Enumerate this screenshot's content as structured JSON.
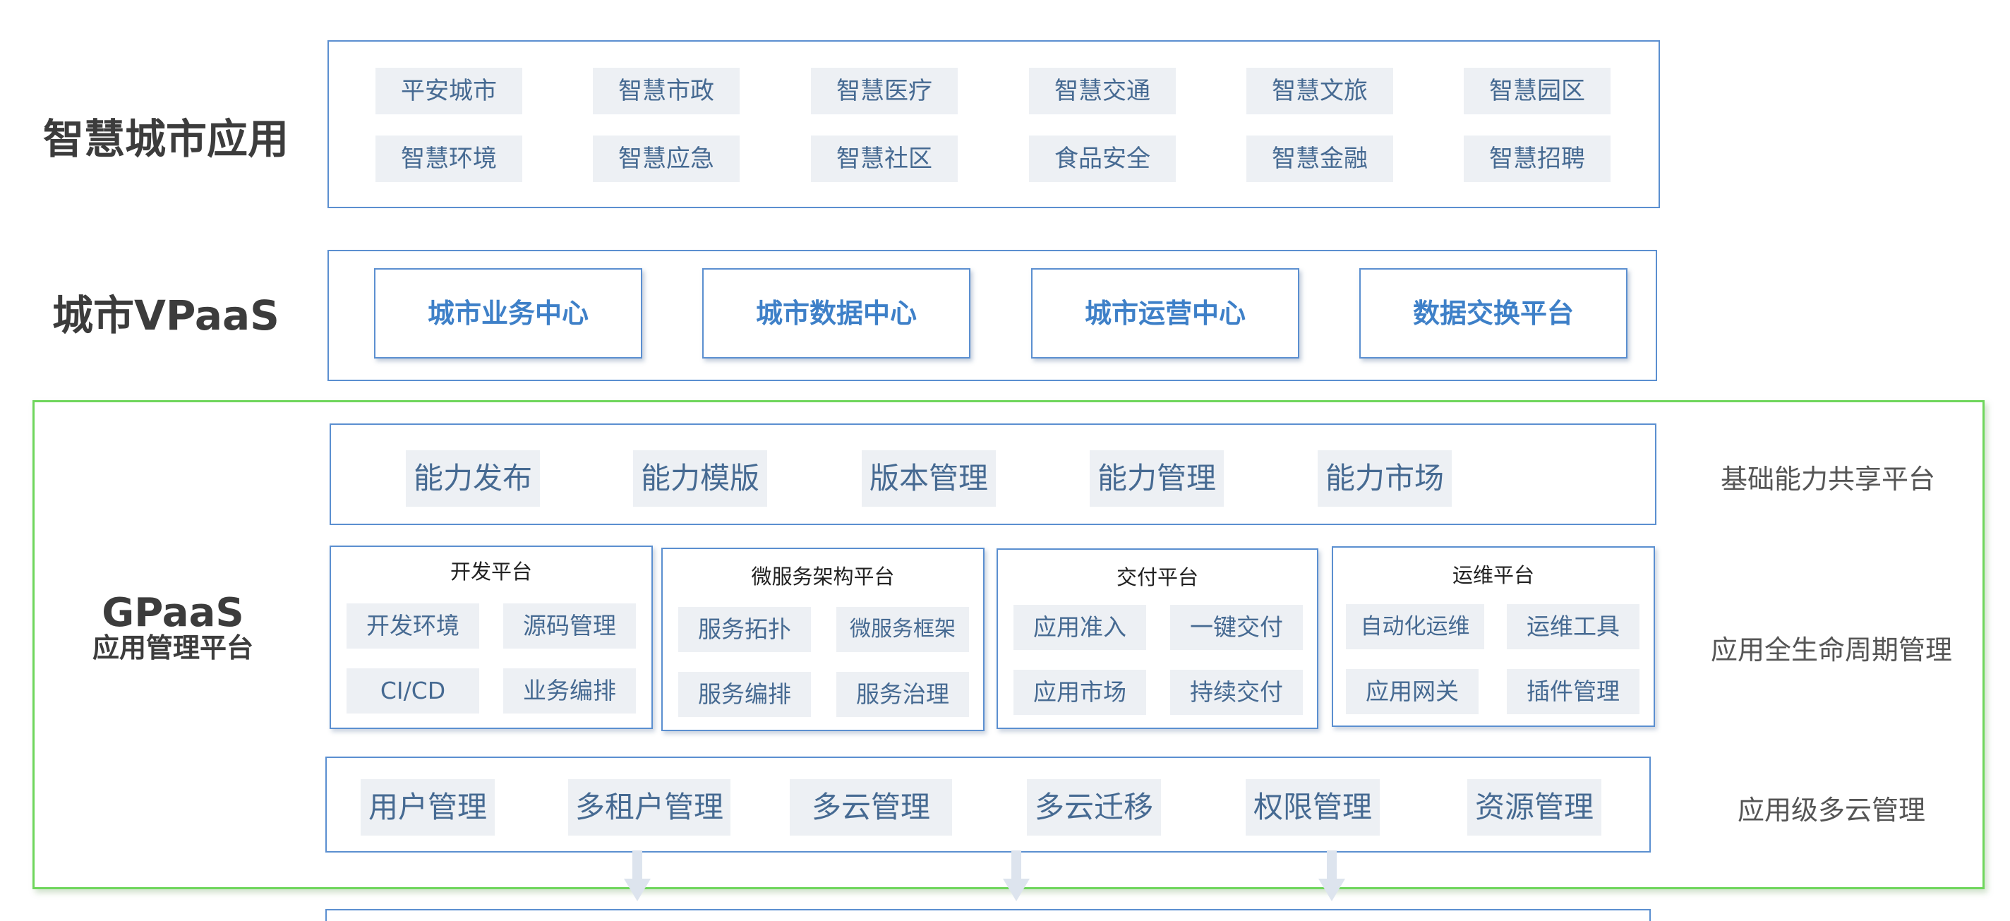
{
  "apps": {
    "label": "智慧城市应用",
    "items": [
      "平安城市",
      "智慧市政",
      "智慧医疗",
      "智慧交通",
      "智慧文旅",
      "智慧园区",
      "智慧环境",
      "智慧应急",
      "智慧社区",
      "食品安全",
      "智慧金融",
      "智慧招聘"
    ]
  },
  "vpaas": {
    "label": "城市VPaaS",
    "items": [
      "城市业务中心",
      "城市数据中心",
      "城市运营中心",
      "数据交换平台"
    ]
  },
  "gpaas": {
    "label": "GPaaS",
    "sublabel": "应用管理平台",
    "capability": {
      "items": [
        "能力发布",
        "能力模版",
        "版本管理",
        "能力管理",
        "能力市场"
      ],
      "side_label": "基础能力共享平台"
    },
    "lifecycle": {
      "side_label": "应用全生命周期管理",
      "groups": [
        {
          "title": "开发平台",
          "items": [
            "开发环境",
            "源码管理",
            "CI/CD",
            "业务编排"
          ]
        },
        {
          "title": "微服务架构平台",
          "items": [
            "服务拓扑",
            "微服务框架",
            "服务编排",
            "服务治理"
          ]
        },
        {
          "title": "交付平台",
          "items": [
            "应用准入",
            "一键交付",
            "应用市场",
            "持续交付"
          ]
        },
        {
          "title": "运维平台",
          "items": [
            "自动化运维",
            "运维工具",
            "应用网关",
            "插件管理"
          ]
        }
      ]
    },
    "multicloud": {
      "items": [
        "用户管理",
        "多租户管理",
        "多云管理",
        "多云迁移",
        "权限管理",
        "资源管理"
      ],
      "side_label": "应用级多云管理"
    }
  },
  "colors": {
    "panel_border": "#5b8fd0",
    "tag_bg": "#edf0f4",
    "tag_text": "#466a92",
    "accent_text": "#3e80c8",
    "green_border": "#6fd65c"
  }
}
